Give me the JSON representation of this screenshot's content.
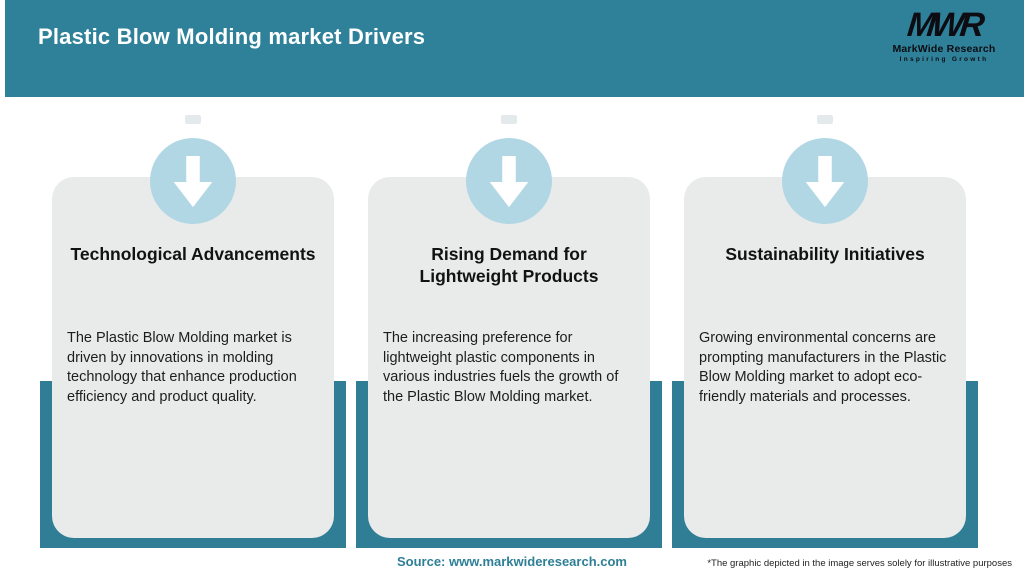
{
  "header": {
    "title": "Plastic Blow Molding market Drivers",
    "logo": {
      "monogram": "MWR",
      "name": "MarkWide Research",
      "tagline": "Inspiring Growth"
    }
  },
  "cards": [
    {
      "icon": "arrow-down-icon",
      "title": "Technological Advancements",
      "description": "The Plastic Blow Molding market is driven by innovations in molding technology that enhance production efficiency and product quality."
    },
    {
      "icon": "arrow-down-icon",
      "title": "Rising Demand for Lightweight Products",
      "description": "The increasing preference for lightweight plastic components in various industries fuels the growth of the Plastic Blow Molding market."
    },
    {
      "icon": "arrow-down-icon",
      "title": "Sustainability Initiatives",
      "description": "Growing environmental concerns are prompting manufacturers in the Plastic Blow Molding market to adopt eco-friendly materials and processes."
    }
  ],
  "footer": {
    "source": "Source: www.markwideresearch.com",
    "disclaimer": "*The graphic depicted in the image serves solely for illustrative purposes"
  },
  "colors": {
    "teal_header": "#2F8199",
    "teal_bar": "#2F7E95",
    "circle_blue": "#B2D7E4",
    "card_bg": "#E9EBEB",
    "source_teal": "#2E7F96",
    "arrow_white": "#FFFFFF"
  }
}
